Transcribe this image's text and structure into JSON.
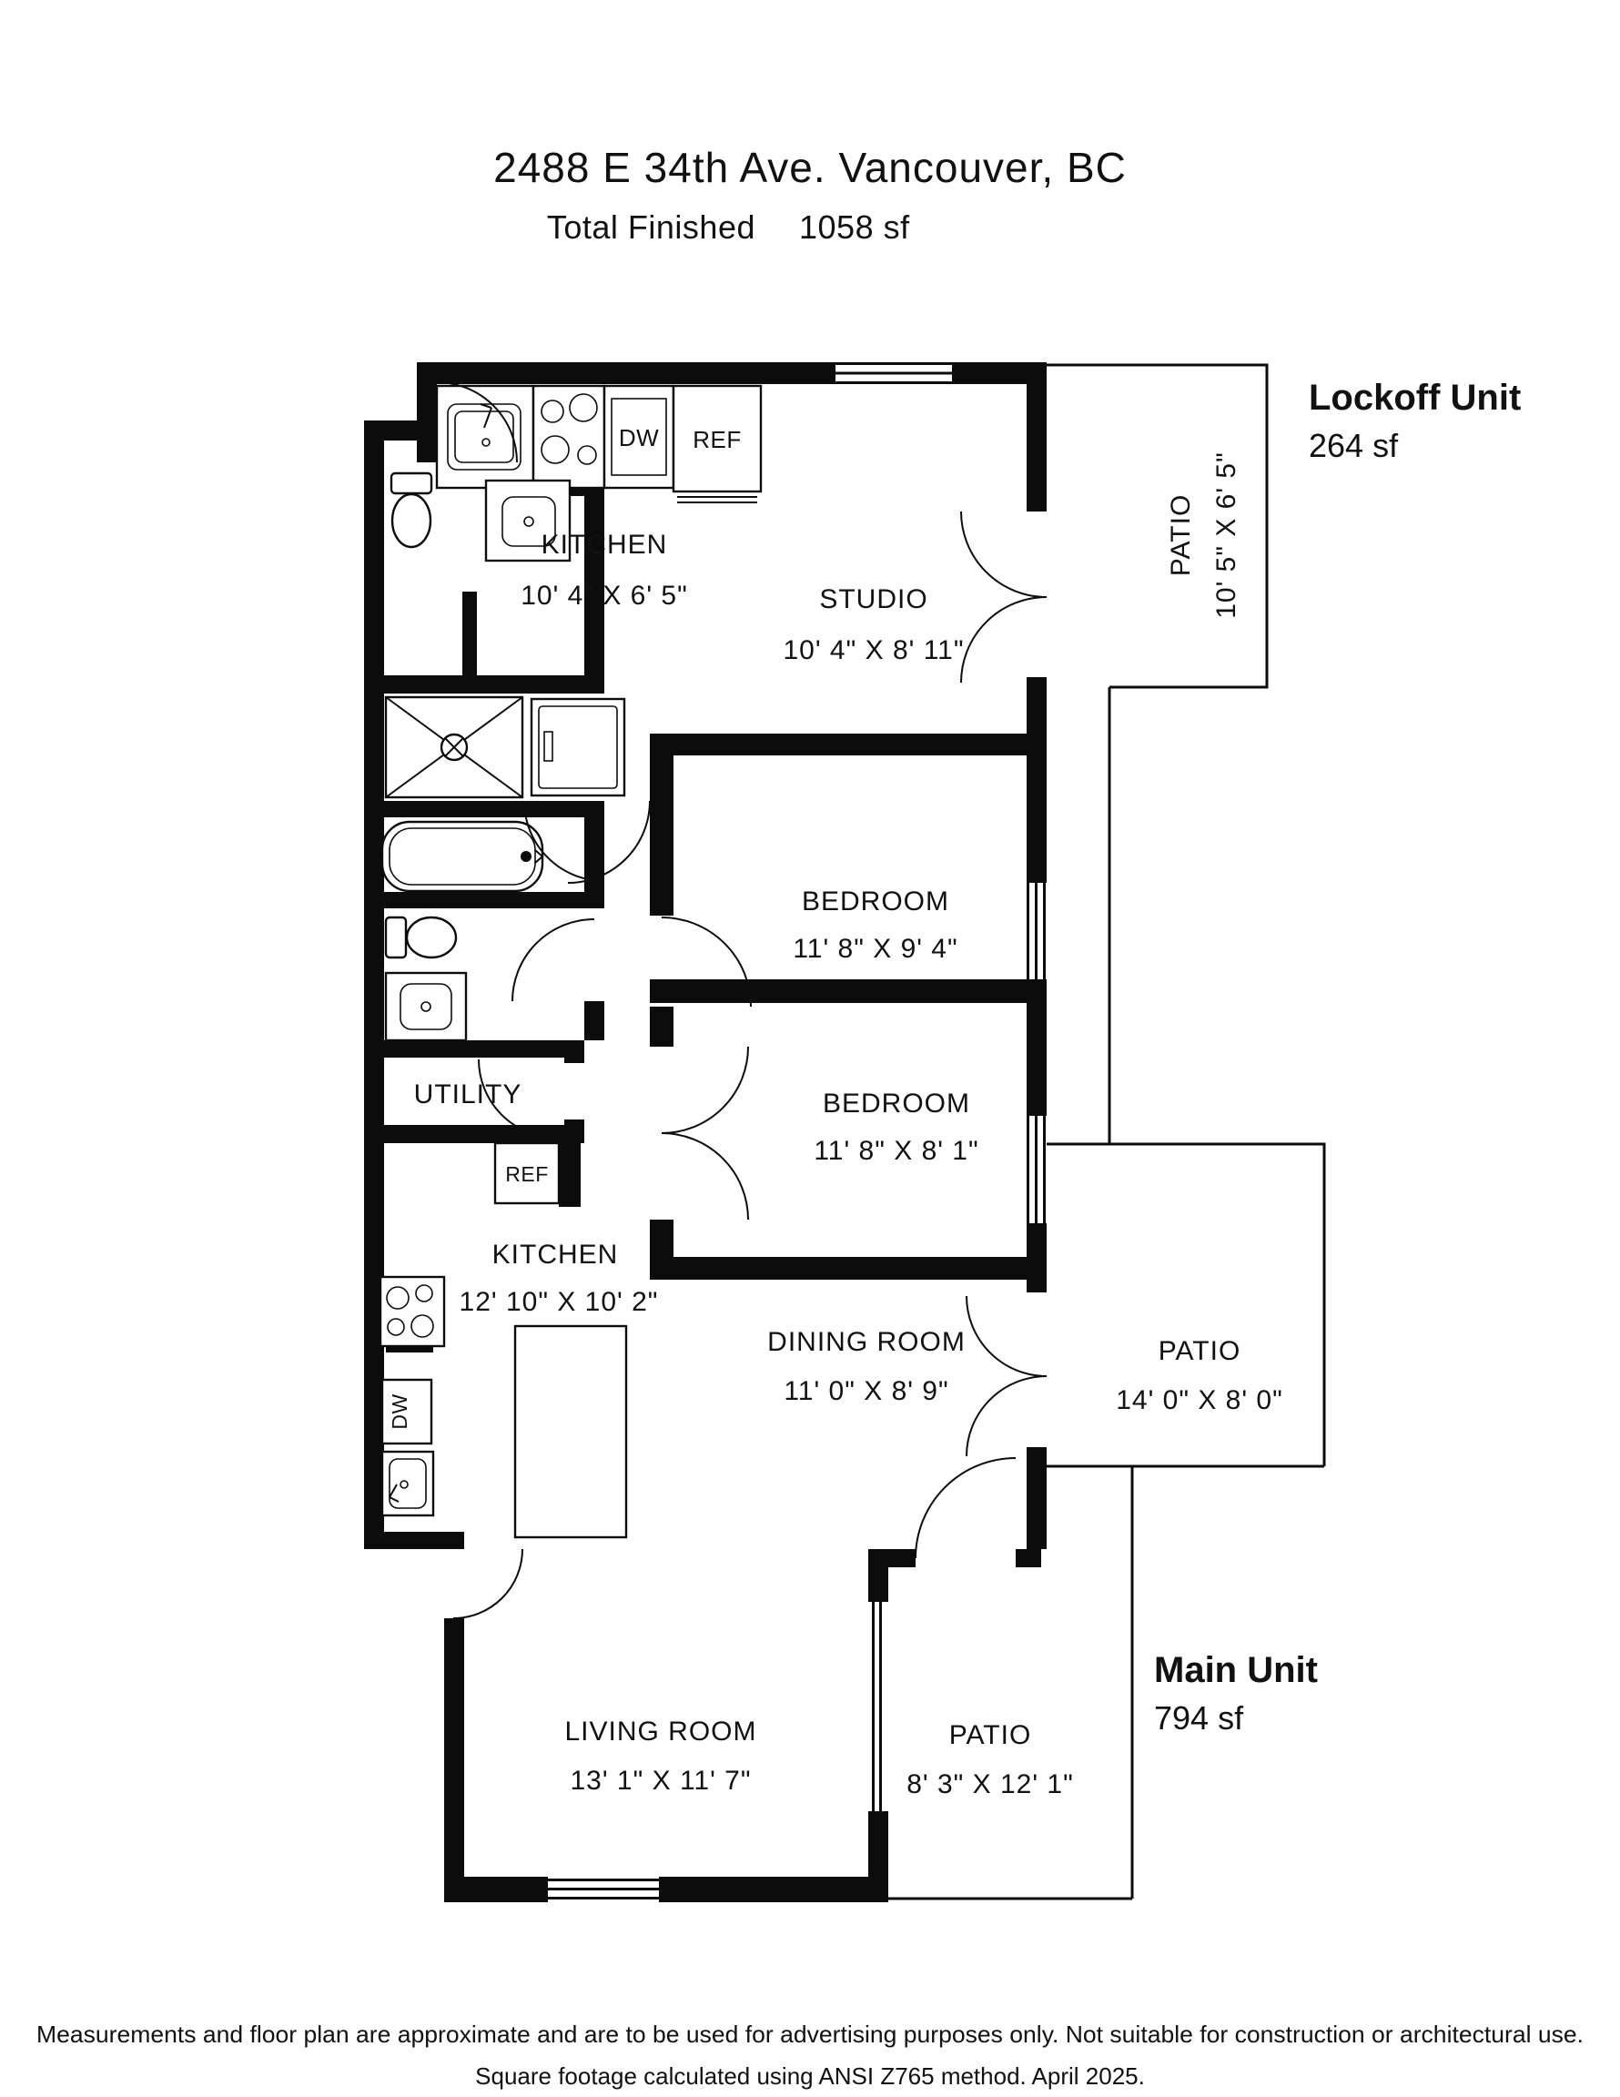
{
  "page": {
    "background": "#ffffff",
    "ink": "#111111"
  },
  "header": {
    "title": "2488 E 34th Ave. Vancouver, BC",
    "total_label": "Total Finished",
    "total_value": "1058 sf"
  },
  "units": {
    "lockoff": {
      "name": "Lockoff Unit",
      "area": "264 sf"
    },
    "main": {
      "name": "Main Unit",
      "area": "794 sf"
    }
  },
  "rooms": {
    "lockoff_kitchen": {
      "name": "KITCHEN",
      "dims": "10' 4\" X 6' 5\""
    },
    "studio": {
      "name": "STUDIO",
      "dims": "10' 4\" X 8' 11\""
    },
    "lockoff_patio": {
      "name": "PATIO",
      "dims": "10' 5\" X 6' 5\""
    },
    "bedroom_1": {
      "name": "BEDROOM",
      "dims": "11' 8\" X 9' 4\""
    },
    "bedroom_2": {
      "name": "BEDROOM",
      "dims": "11' 8\" X 8' 1\""
    },
    "utility": {
      "name": "UTILITY"
    },
    "main_kitchen": {
      "name": "KITCHEN",
      "dims": "12' 10\" X 10' 2\""
    },
    "dining_room": {
      "name": "DINING ROOM",
      "dims": "11' 0\" X 8' 9\""
    },
    "main_patio": {
      "name": "PATIO",
      "dims": "14' 0\" X 8' 0\""
    },
    "living_room": {
      "name": "LIVING ROOM",
      "dims": "13' 1\" X 11' 7\""
    },
    "lower_patio": {
      "name": "PATIO",
      "dims": "8' 3\" X 12' 1\""
    }
  },
  "appliances": {
    "dishwasher": "DW",
    "fridge": "REF"
  },
  "footer": {
    "line1": "Measurements and floor plan are approximate and are to be used for advertising purposes only. Not suitable for construction or architectural use.",
    "line2": "Square footage calculated using ANSI Z765 method. April 2025."
  }
}
